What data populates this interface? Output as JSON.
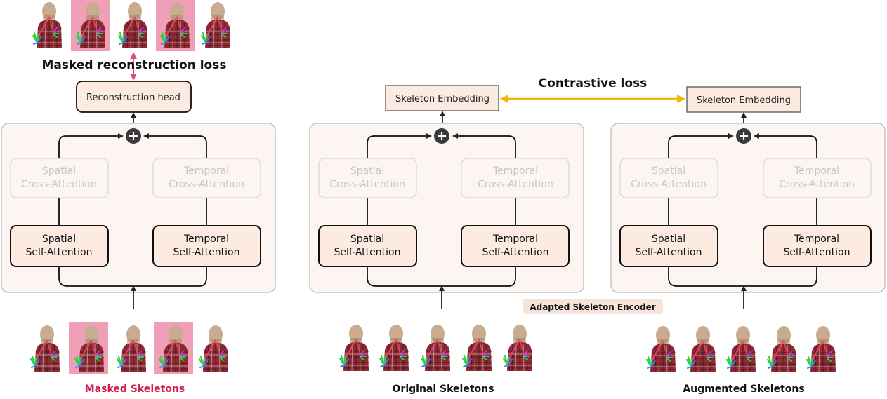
{
  "colors": {
    "panel_fill": "#fdf5f1",
    "panel_stroke": "#c9c3c0",
    "box_fill": "#fdeae0",
    "faded_text": "#c8c6c4",
    "mask_pink": "#e66d90",
    "masked_label": "#d81b50",
    "contrastive_arrow": "#f5b800",
    "recon_arrow": "#d9536f"
  },
  "titles": {
    "masked_reconstruction_loss": "Masked reconstruction loss",
    "contrastive_loss": "Contrastive loss",
    "adapted_encoder": "Adapted Skeleton Encoder"
  },
  "heads": {
    "reconstruction": "Reconstruction head",
    "embedding_left": "Skeleton Embedding",
    "embedding_right": "Skeleton Embedding"
  },
  "blocks": {
    "spatial_cross_1": "Spatial",
    "spatial_cross_2": "Cross-Attention",
    "temporal_cross_1": "Temporal",
    "temporal_cross_2": "Cross-Attention",
    "spatial_self_1": "Spatial",
    "spatial_self_2": "Self-Attention",
    "temporal_self_1": "Temporal",
    "temporal_self_2": "Self-Attention"
  },
  "bottom_labels": {
    "masked": "Masked Skeletons",
    "original": "Original Skeletons",
    "augmented": "Augmented Skeletons"
  },
  "icons": {
    "sum": "plus-circle-icon",
    "figure": "skeleton-figure-icon"
  }
}
